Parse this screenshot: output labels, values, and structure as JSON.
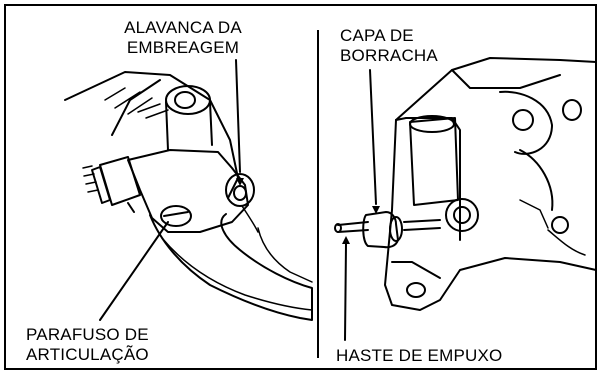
{
  "colors": {
    "ink": "#000000",
    "paper": "#ffffff"
  },
  "labels": {
    "clutch_lever": {
      "line1": "ALAVANCA DA",
      "line2": "EMBREAGEM"
    },
    "pivot_bolt": {
      "line1": "PARAFUSO DE",
      "line2": "ARTICULAÇÃO"
    },
    "rubber_cap": {
      "line1": "CAPA DE",
      "line2": "BORRACHA"
    },
    "push_rod": {
      "line1": "HASTE DE EMPUXO"
    }
  }
}
